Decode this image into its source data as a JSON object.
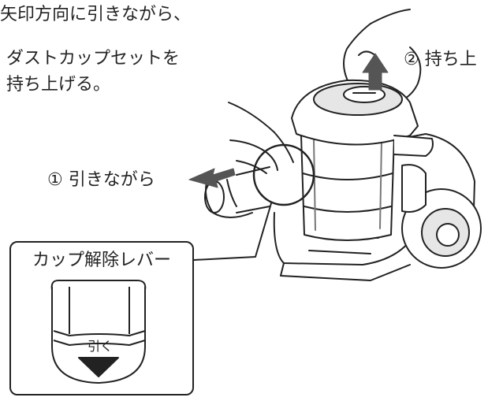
{
  "instructions": {
    "line1": "矢印方向に引きながら、",
    "line2": "ダストカップセットを",
    "line3": "持ち上げる。"
  },
  "steps": {
    "step1": "① 引きながら",
    "step2": "② 持ち上"
  },
  "callout": {
    "title": "カップ解除レバー",
    "lever_label": "引く"
  },
  "icons": {
    "pull_arrow": "arrow-left-icon",
    "lift_arrow": "arrow-up-icon",
    "lever_arrow": "triangle-down-icon"
  },
  "colors": {
    "line": "#222222",
    "arrow_fill": "#555555",
    "body_fill": "#ffffff",
    "shade_fill": "#e6e6e6"
  }
}
